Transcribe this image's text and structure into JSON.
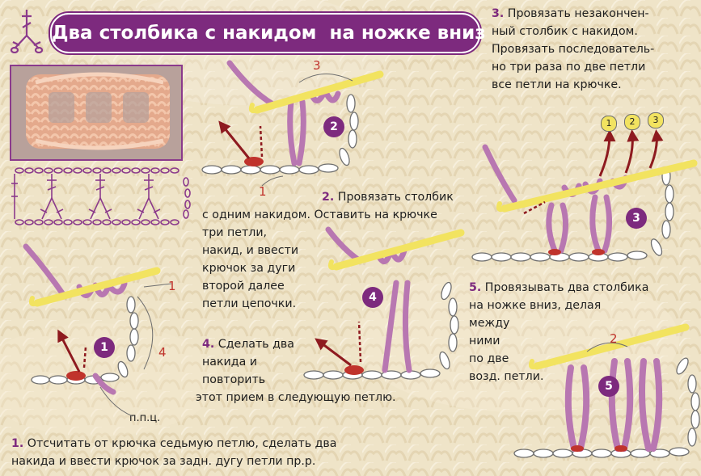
{
  "title": "Два столбика с накидом  на ножке вниз",
  "colors": {
    "accent": "#7d2a7e",
    "yarn": "#b877b1",
    "hook": "#f2e360",
    "arrow": "#8e1a1f",
    "label_red": "#c0332c",
    "chain": "#ffffff"
  },
  "steps": {
    "step1": {
      "num": "1.",
      "lines": [
        "Отсчитать от крючка седьмую петлю, сделать два",
        "накида и ввести крючок за задн. дугу петли пр.р."
      ]
    },
    "step2": {
      "num": "2.",
      "lines": [
        "Провязать столбик",
        "с одним накидом. Оставить на крючке",
        "три петли,",
        "накид, и ввести",
        "крючок за дуги",
        "второй далее",
        "петли цепочки."
      ]
    },
    "step3": {
      "num": "3.",
      "lines": [
        "Провязать незакончен-",
        "ный столбик с накидом.",
        "Провязать последователь-",
        "но три раза по две петли",
        "все петли на крючке."
      ]
    },
    "step4": {
      "num": "4.",
      "lines": [
        "Сделать два",
        "накида и",
        "повторить",
        "этот прием в следующую петлю."
      ]
    },
    "step5": {
      "num": "5.",
      "lines": [
        "Провязывать два столбика",
        "на ножке вниз, делая",
        "между",
        "ними",
        "по две",
        "возд. петли."
      ]
    }
  },
  "figure_badges": [
    "1",
    "2",
    "3",
    "4",
    "5"
  ],
  "figure_labels": {
    "fig1_count_top": "1",
    "fig1_count_side": "4",
    "fig1_abbrev": "п.п.ц.",
    "fig2_count_top": "3",
    "fig2_count_bottom": "1",
    "fig3_order": [
      "1",
      "2",
      "3"
    ],
    "fig5_count": "2"
  },
  "icons": {
    "legend": "crochet-symbol-icon",
    "hook": "crochet-hook-icon",
    "arrow": "pull-through-arrow-icon"
  }
}
